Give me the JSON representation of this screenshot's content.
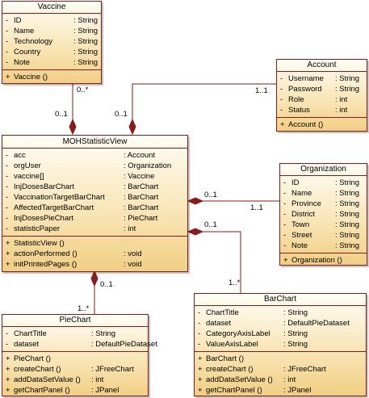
{
  "vaccine": {
    "title": "Vaccine",
    "attributes": [
      {
        "vis": "-",
        "name": "ID",
        "type": ": String"
      },
      {
        "vis": "-",
        "name": "Name",
        "type": ": String"
      },
      {
        "vis": "-",
        "name": "Technology",
        "type": ": String"
      },
      {
        "vis": "-",
        "name": "Country",
        "type": ": String"
      },
      {
        "vis": "-",
        "name": "Note",
        "type": ": String"
      }
    ],
    "methods": [
      {
        "vis": "+",
        "name": "Vaccine ()",
        "type": ""
      }
    ]
  },
  "account": {
    "title": "Account",
    "attributes": [
      {
        "vis": "-",
        "name": "Username",
        "type": ": String"
      },
      {
        "vis": "-",
        "name": "Password",
        "type": ": String"
      },
      {
        "vis": "-",
        "name": "Role",
        "type": ": int"
      },
      {
        "vis": "-",
        "name": "Status",
        "type": ": int"
      }
    ],
    "methods": [
      {
        "vis": "+",
        "name": "Account ()",
        "type": ""
      }
    ]
  },
  "moh": {
    "title": "MOHStatisticView",
    "attributes": [
      {
        "vis": "-",
        "name": "acc",
        "type": ": Account"
      },
      {
        "vis": "-",
        "name": "orgUser",
        "type": ": Organization"
      },
      {
        "vis": "-",
        "name": "vaccine[]",
        "type": ": Vaccine"
      },
      {
        "vis": "-",
        "name": "InjDosesBarChart",
        "type": ": BarChart"
      },
      {
        "vis": "-",
        "name": "VaccinationTargetBarChart",
        "type": ": BarChart"
      },
      {
        "vis": "-",
        "name": "AffectedTargetBarChart",
        "type": ": BarChart"
      },
      {
        "vis": "-",
        "name": "InjDosesPieChart",
        "type": ": PieChart"
      },
      {
        "vis": "-",
        "name": "statisticPaper",
        "type": ": int"
      }
    ],
    "methods": [
      {
        "vis": "+",
        "name": "StatisticView ()",
        "type": ""
      },
      {
        "vis": "+",
        "name": "actionPerformed ()",
        "type": ": void"
      },
      {
        "vis": "+",
        "name": "initPrintedPages ()",
        "type": ": void"
      }
    ]
  },
  "organization": {
    "title": "Organization",
    "attributes": [
      {
        "vis": "-",
        "name": "ID",
        "type": ": String"
      },
      {
        "vis": "-",
        "name": "Name",
        "type": ": String"
      },
      {
        "vis": "-",
        "name": "Province",
        "type": ": String"
      },
      {
        "vis": "-",
        "name": "District",
        "type": ": String"
      },
      {
        "vis": "-",
        "name": "Town",
        "type": ": String"
      },
      {
        "vis": "-",
        "name": "Street",
        "type": ": String"
      },
      {
        "vis": "-",
        "name": "Note",
        "type": ": String"
      }
    ],
    "methods": [
      {
        "vis": "+",
        "name": "Organization ()",
        "type": ""
      }
    ]
  },
  "piechart": {
    "title": "PieChart",
    "attributes": [
      {
        "vis": "-",
        "name": "ChartTitle",
        "type": ": String"
      },
      {
        "vis": "-",
        "name": "dataset",
        "type": ": DefaultPieDataset"
      }
    ],
    "methods": [
      {
        "vis": "+",
        "name": "PieChart ()",
        "type": ""
      },
      {
        "vis": "+",
        "name": "createChart ()",
        "type": ": JFreeChart"
      },
      {
        "vis": "+",
        "name": "addDataSetValue ()",
        "type": ": int"
      },
      {
        "vis": "+",
        "name": "getChartPanel ()",
        "type": ": JPanel"
      }
    ]
  },
  "barchart": {
    "title": "BarChart",
    "attributes": [
      {
        "vis": "-",
        "name": "ChartTitle",
        "type": ": String"
      },
      {
        "vis": "-",
        "name": "dataset",
        "type": ": DefaultPieDataset"
      },
      {
        "vis": "-",
        "name": "CategoryAxisLabel",
        "type": ": String"
      },
      {
        "vis": "-",
        "name": "ValueAxisLabel",
        "type": ": String"
      }
    ],
    "methods": [
      {
        "vis": "+",
        "name": "BarChart ()",
        "type": ""
      },
      {
        "vis": "+",
        "name": "createChart ()",
        "type": ": JFreeChart"
      },
      {
        "vis": "+",
        "name": "addDataSetValue ()",
        "type": ": int"
      },
      {
        "vis": "+",
        "name": "getChartPanel ()",
        "type": ": JPanel"
      }
    ]
  },
  "multiplicities": {
    "vaccine_end": "0..*",
    "vaccine_moh_end": "0..1",
    "account_end": "1..1",
    "account_moh_end": "0..1",
    "org_moh_end": "0..1",
    "org_end": "1..1",
    "bar_moh_end": "0..1",
    "bar_end": "1..*",
    "pie_moh_end": "0..1",
    "pie_end": "1..*"
  },
  "colors": {
    "border": "#8b1a1a",
    "fill_top": "#fffdf5",
    "fill_bottom": "#f1cf84"
  }
}
